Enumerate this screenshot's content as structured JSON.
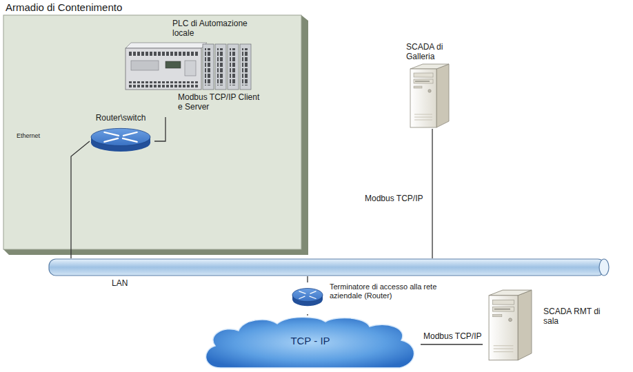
{
  "diagram": {
    "nodes": [
      {
        "text": [
          "Armadio di Contenimento"
        ]
      },
      {
        "text": [
          "PLC di Automazione locale",
          "Modbus TCP/IP Client e Server"
        ],
        "in": 0
      },
      {
        "text": [
          "Router\\switch"
        ],
        "in": 0
      },
      {
        "text": [
          "SCADA di Galleria"
        ]
      },
      {
        "text": [
          "LAN"
        ]
      },
      {
        "text": [
          "Terminatore di accesso alla rete aziendale (Router)"
        ]
      },
      {
        "text": [
          "TCP - IP"
        ]
      },
      {
        "text": [
          "SCADA RMT di sala"
        ]
      }
    ],
    "edges": [
      {
        "from": 1,
        "to": 2,
        "arrow": "none"
      },
      {
        "from": 2,
        "to": 4,
        "label": "Ethernet",
        "arrow": "none"
      },
      {
        "from": 3,
        "to": 4,
        "label": "Modbus TCP/IP",
        "arrow": "none"
      },
      {
        "from": 4,
        "to": 5,
        "arrow": "none"
      },
      {
        "from": 5,
        "to": 6,
        "arrow": "none"
      },
      {
        "from": 6,
        "to": 7,
        "label": "Modbus TCP/IP",
        "arrow": "none"
      }
    ]
  }
}
